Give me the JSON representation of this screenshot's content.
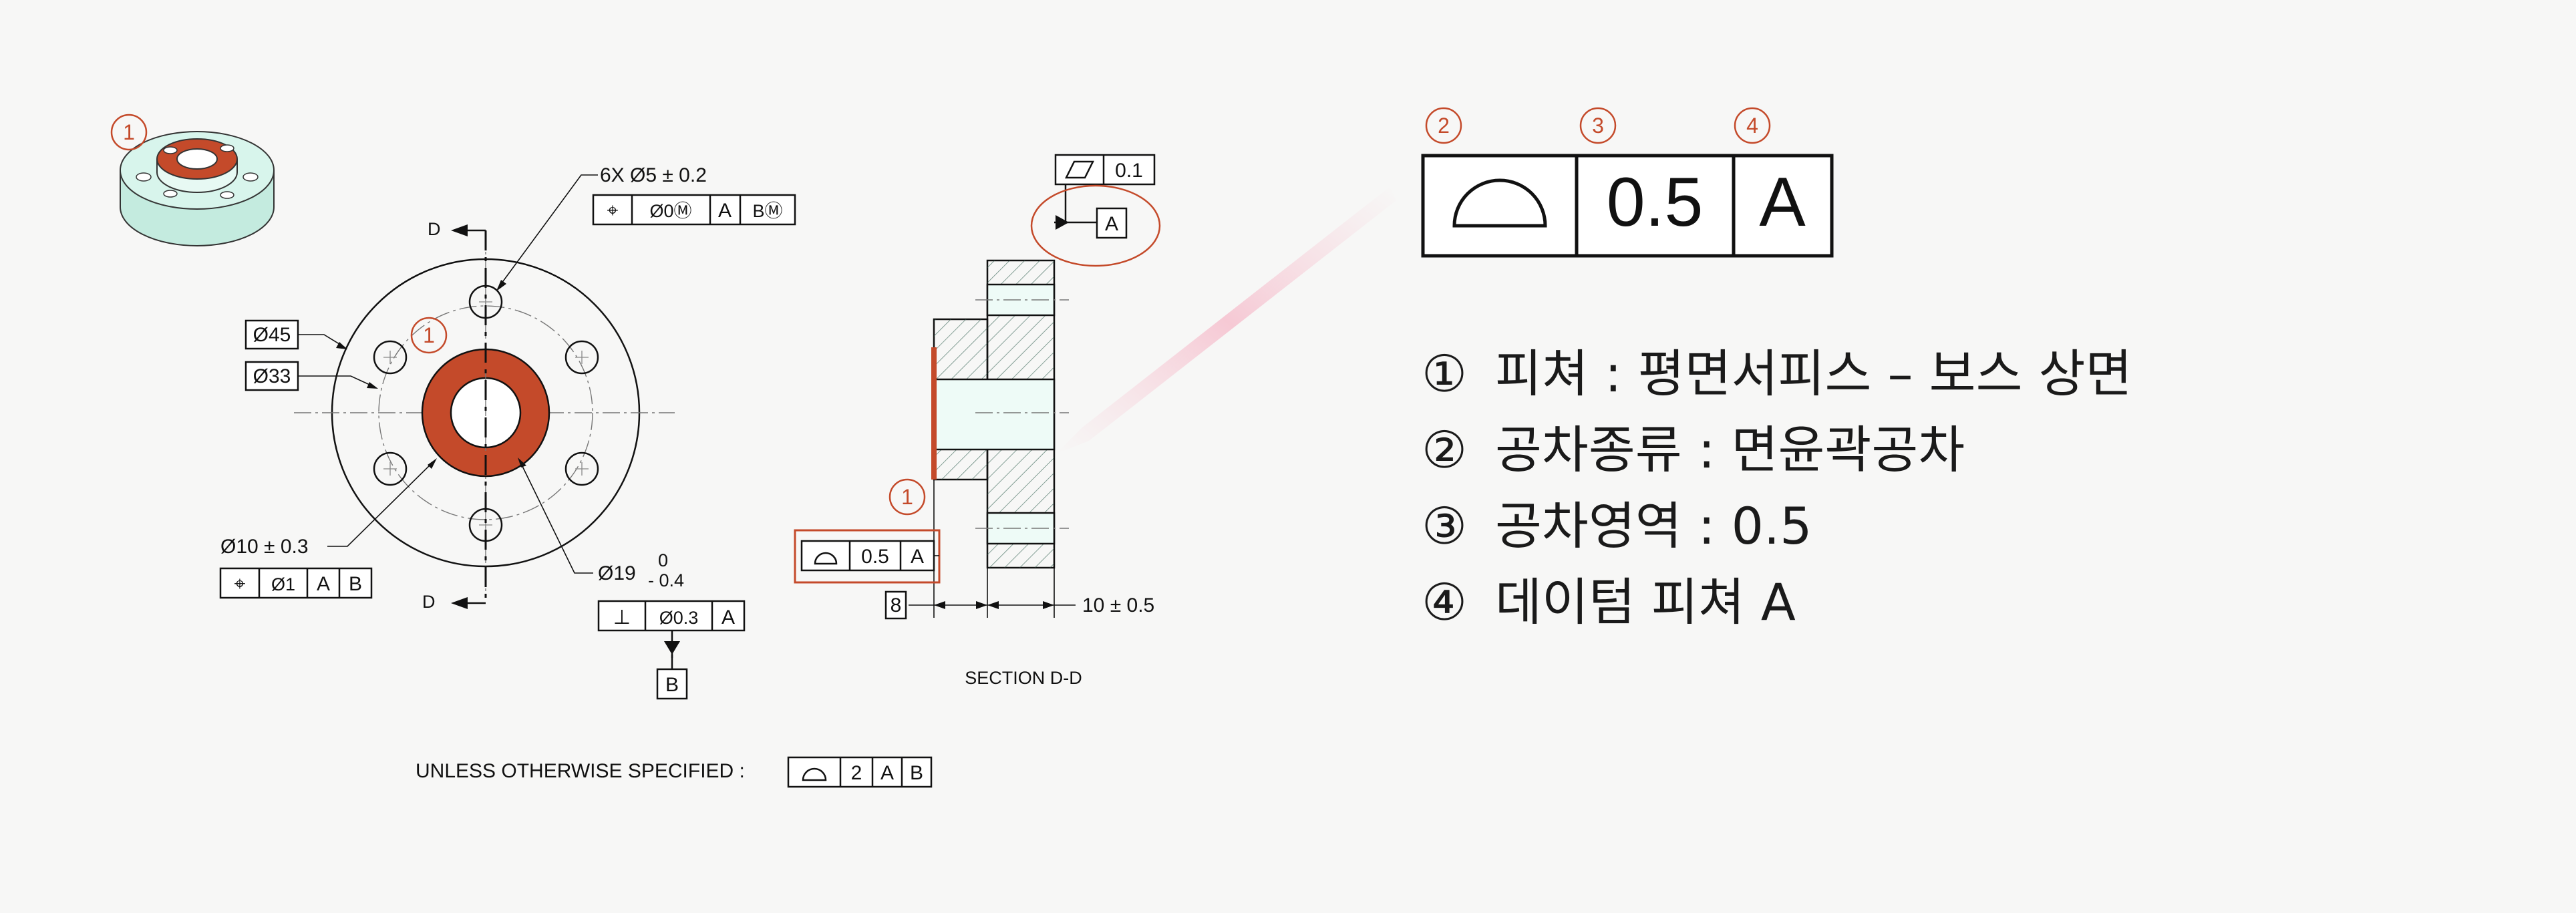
{
  "drawing": {
    "hole_callout": "6X Ø5 ± 0.2",
    "hole_fcf": [
      "⌖",
      "Ø0Ⓜ",
      "A",
      "BⓂ"
    ],
    "d45": "Ø45",
    "d33": "Ø33",
    "d10": "Ø10 ± 0.3",
    "d10_fcf": [
      "⌖",
      "Ø1",
      "A",
      "B"
    ],
    "d19": "Ø19",
    "d19_upper": "0",
    "d19_lower": "- 0.4",
    "perp_fcf": [
      "⊥",
      "Ø0.3",
      "A"
    ],
    "datum_b": "B",
    "section_marker": "D",
    "section_label": "SECTION D-D",
    "flatness_value": "0.1",
    "datum_a": "A",
    "section_fcf_value": "0.5",
    "section_fcf_datum": "A",
    "dim_8": "8",
    "dim_10": "10 ± 0.5",
    "unless_label": "UNLESS OTHERWISE SPECIFIED :",
    "unless_fcf": [
      "2",
      "A",
      "B"
    ],
    "balloon_1": "1"
  },
  "big_fcf": {
    "value": "0.5",
    "datum": "A",
    "balloons": [
      "2",
      "3",
      "4"
    ]
  },
  "legend": [
    {
      "num": "①",
      "text": "피쳐 : 평면서피스 – 보스 상면"
    },
    {
      "num": "②",
      "text": "공차종류 : 면윤곽공차"
    },
    {
      "num": "③",
      "text": "공차영역 : 0.5"
    },
    {
      "num": "④",
      "text": "데이텀 피쳐 A"
    }
  ],
  "colors": {
    "accent": "#c44a2a",
    "part_fill": "#d4f3ea",
    "line": "#111111"
  }
}
